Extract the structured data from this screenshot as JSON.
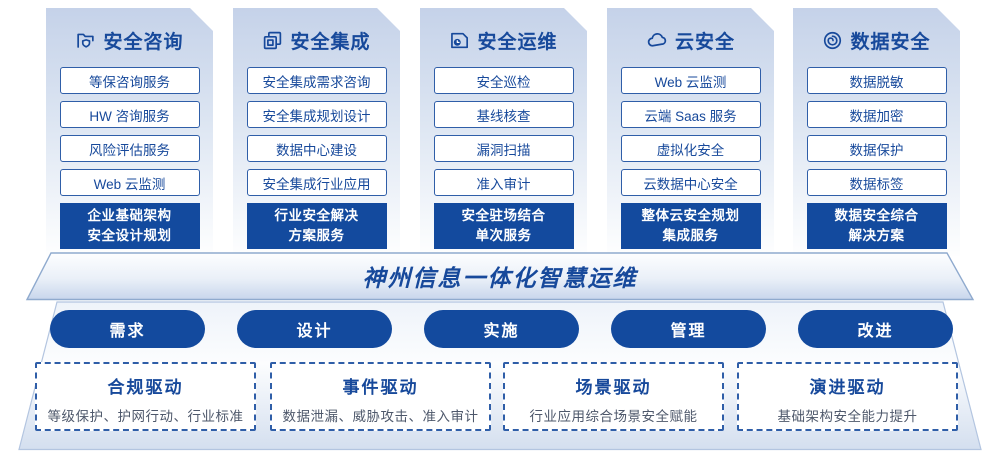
{
  "columns": [
    {
      "title": "安全咨询",
      "icon": "folder-shield-icon",
      "items": [
        "等保咨询服务",
        "HW 咨询服务",
        "风险评估服务",
        "Web 云监测"
      ],
      "footer_lines": [
        "企业基础架构",
        "安全设计规划"
      ]
    },
    {
      "title": "安全集成",
      "icon": "stacked-documents-icon",
      "items": [
        "安全集成需求咨询",
        "安全集成规划设计",
        "数据中心建设",
        "安全集成行业应用"
      ],
      "footer_lines": [
        "行业安全解决",
        "方案服务"
      ]
    },
    {
      "title": "安全运维",
      "icon": "folder-clock-icon",
      "items": [
        "安全巡检",
        "基线核查",
        "漏洞扫描",
        "准入审计"
      ],
      "footer_lines": [
        "安全驻场结合",
        "单次服务"
      ]
    },
    {
      "title": "云安全",
      "icon": "cloud-icon",
      "items": [
        "Web 云监测",
        "云端 Saas 服务",
        "虚拟化安全",
        "云数据中心安全"
      ],
      "footer_lines": [
        "整体云安全规划",
        "集成服务"
      ]
    },
    {
      "title": "数据安全",
      "icon": "fingerprint-icon",
      "items": [
        "数据脱敏",
        "数据加密",
        "数据保护",
        "数据标签"
      ],
      "footer_lines": [
        "数据安全综合",
        "解决方案"
      ]
    }
  ],
  "banner": {
    "title": "神州信息一体化智慧运维"
  },
  "process": {
    "steps": [
      "需求",
      "设计",
      "实施",
      "管理",
      "改进"
    ]
  },
  "drivers": [
    {
      "title": "合规驱动",
      "desc": "等级保护、护网行动、行业标准"
    },
    {
      "title": "事件驱动",
      "desc": "数据泄漏、威胁攻击、准入审计"
    },
    {
      "title": "场景驱动",
      "desc": "行业应用综合场景安全赋能"
    },
    {
      "title": "演进驱动",
      "desc": "基础架构安全能力提升"
    }
  ],
  "colors": {
    "primary_blue": "#17499B",
    "dark_box_bg": "#134A9E",
    "box_border": "#2F5EA8",
    "card_gradient_top": "#C5D2E9",
    "desc_text": "#4E586B"
  }
}
